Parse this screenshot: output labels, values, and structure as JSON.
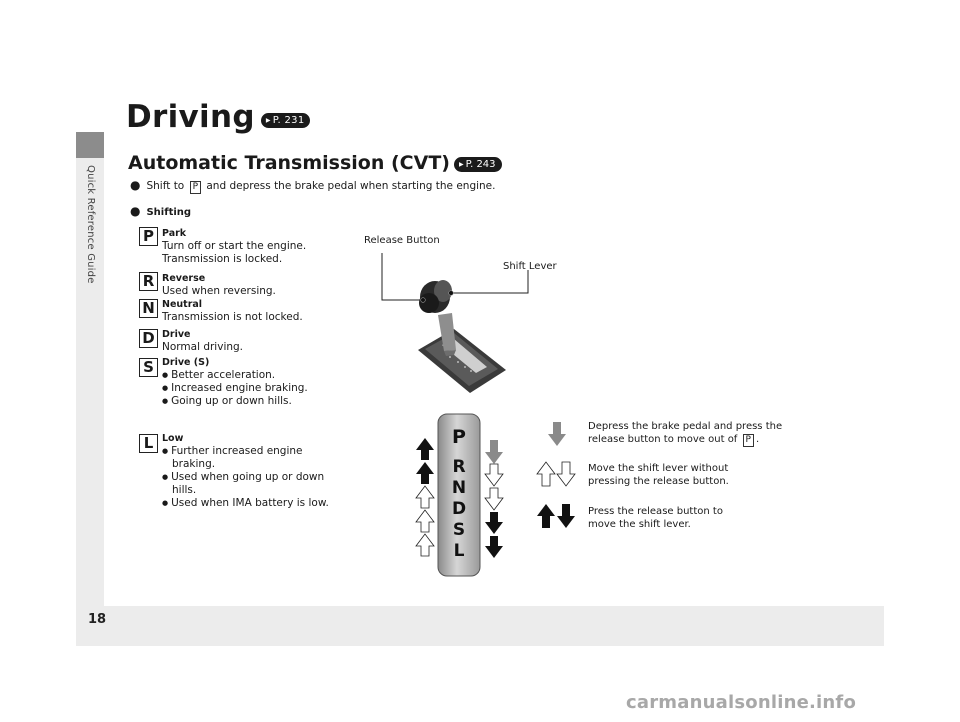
{
  "page": {
    "section_label": "Quick Reference Guide",
    "page_number": "18",
    "title": "Driving",
    "title_ref": "P. 231",
    "subtitle": "Automatic Transmission (CVT)",
    "subtitle_ref": "P. 243",
    "start_note_pre": "Shift to",
    "start_note_key": "P",
    "start_note_post": "and depress the brake pedal when starting the engine.",
    "shifting_heading": "Shifting"
  },
  "gears": [
    {
      "letter": "P",
      "name": "Park",
      "lines": [
        "Turn off or start the engine.",
        "Transmission is locked."
      ]
    },
    {
      "letter": "R",
      "name": "Reverse",
      "lines": [
        "Used when reversing."
      ]
    },
    {
      "letter": "N",
      "name": "Neutral",
      "lines": [
        "Transmission is not locked."
      ]
    },
    {
      "letter": "D",
      "name": "Drive",
      "lines": [
        "Normal driving."
      ]
    },
    {
      "letter": "S",
      "name": "Drive (S)",
      "bullets": [
        "Better acceleration.",
        "Increased engine braking.",
        "Going up or down hills."
      ]
    },
    {
      "letter": "L",
      "name": "Low",
      "bullets": [
        "Further increased engine braking.",
        "Used when going up or down hills.",
        "Used when IMA battery is low."
      ]
    }
  ],
  "diagram": {
    "release_button_label": "Release Button",
    "shift_lever_label": "Shift Lever",
    "gate_letters": [
      "P",
      "R",
      "N",
      "D",
      "S",
      "L"
    ]
  },
  "legend": [
    {
      "text1": "Depress the brake pedal and press the",
      "text2_pre": "release button to move out of",
      "text2_key": "P",
      "text2_post": "."
    },
    {
      "text1": "Move the shift lever without",
      "text2": "pressing the release button."
    },
    {
      "text1": "Press the release button to",
      "text2": "move the shift lever."
    }
  ],
  "watermark": "carmanualsonline.info",
  "colors": {
    "frame": "#ececec",
    "side_tab": "#8c8c8c",
    "gray_arrow": "#8a8a8a",
    "black_arrow": "#111111"
  }
}
